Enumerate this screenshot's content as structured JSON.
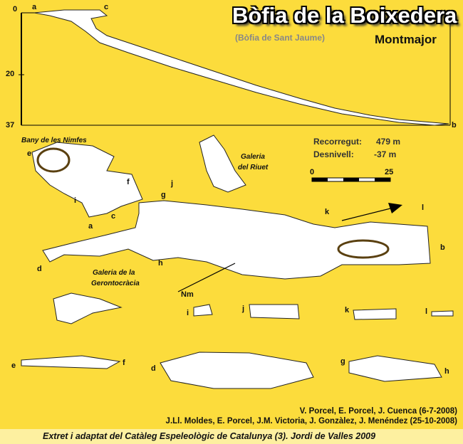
{
  "title": "Bòfia de la Boixedera",
  "subtitle": "(Bòfia de Sant Jaume)",
  "location": "Montmajor",
  "stats": {
    "length_label": "Recorregut:",
    "length_value": "479 m",
    "depth_label": "Desnivell:",
    "depth_value": "-37 m"
  },
  "scale": {
    "start": "0",
    "end": "25"
  },
  "profile": {
    "axis_ticks": [
      "0",
      "20",
      "37"
    ],
    "points": [
      "a",
      "c",
      "b"
    ]
  },
  "plan_labels": {
    "bany": "Bany de les Nimfes",
    "riuet_1": "Galeria",
    "riuet_2": "del Riuet",
    "geronto_1": "Galeria de la",
    "geronto_2": "Gerontocràcia",
    "north": "Nm",
    "letters": [
      "e",
      "f",
      "i",
      "a",
      "c",
      "g",
      "j",
      "h",
      "d",
      "k",
      "l",
      "b"
    ]
  },
  "sections": [
    "i",
    "j",
    "k",
    "l",
    "e",
    "f",
    "d",
    "g",
    "h"
  ],
  "credits": [
    "V. Porcel, E. Porcel, J. Cuenca (6-7-2008)",
    "J.Ll. Moldes, E. Porcel, J.M. Victoria, J. Gonzàlez, J. Menéndez (25-10-2008)"
  ],
  "footer": "Extret i adaptat del Catàleg Espeleològic de Catalunya (3). Jordi de Valles 2009"
}
